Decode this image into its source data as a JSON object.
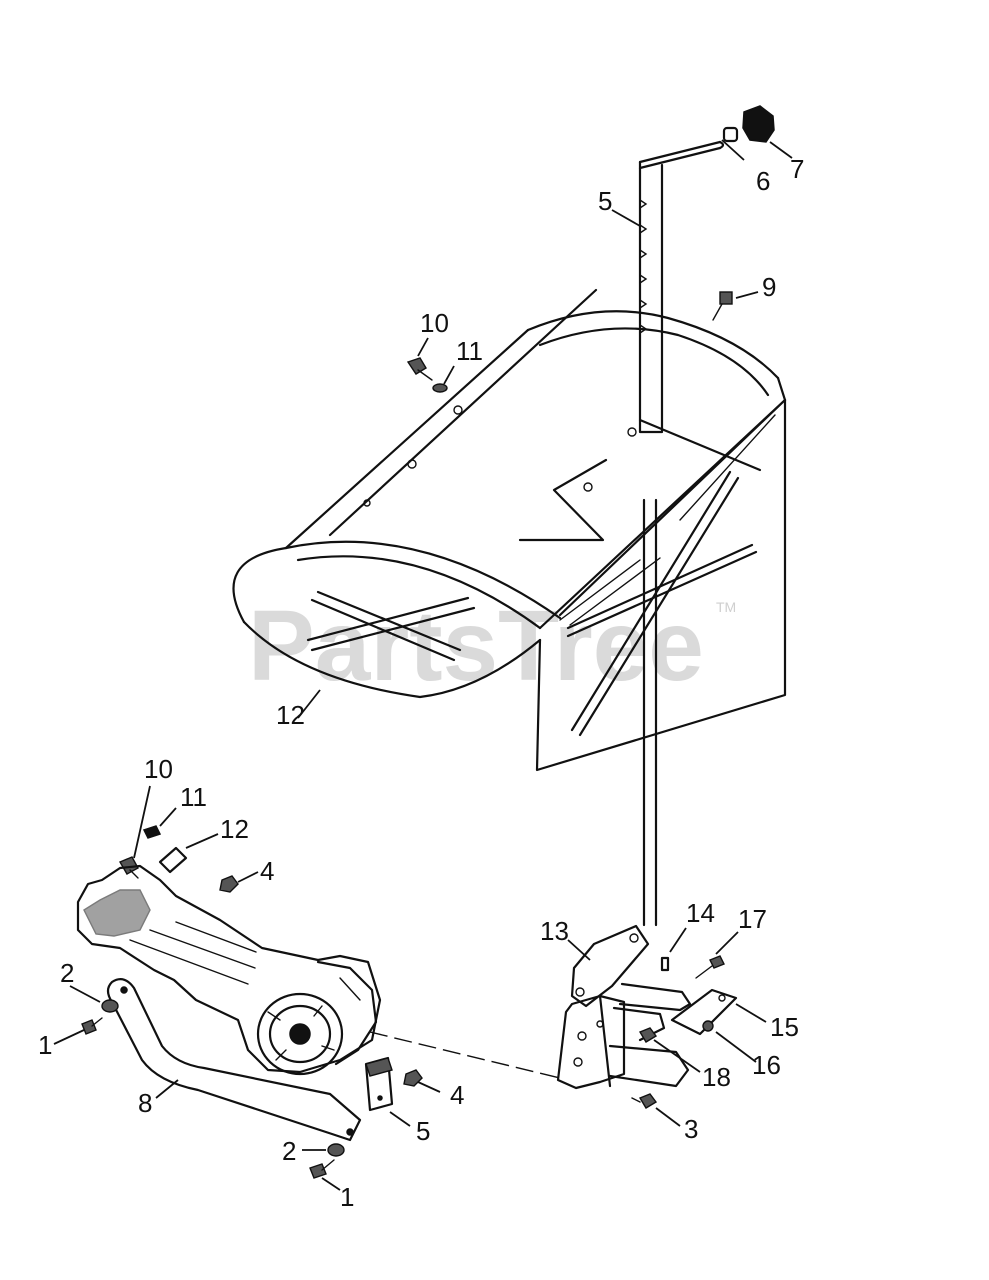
{
  "watermark": {
    "brand": "PartsTree",
    "trademark": "TM"
  },
  "callouts": [
    "1",
    "2",
    "3",
    "4",
    "5",
    "6",
    "7",
    "8",
    "9",
    "10",
    "11",
    "12",
    "13",
    "14",
    "15",
    "16",
    "17",
    "18"
  ],
  "colors": {
    "line": "#111111",
    "background": "#ffffff",
    "watermark": "#d4d4d4"
  }
}
